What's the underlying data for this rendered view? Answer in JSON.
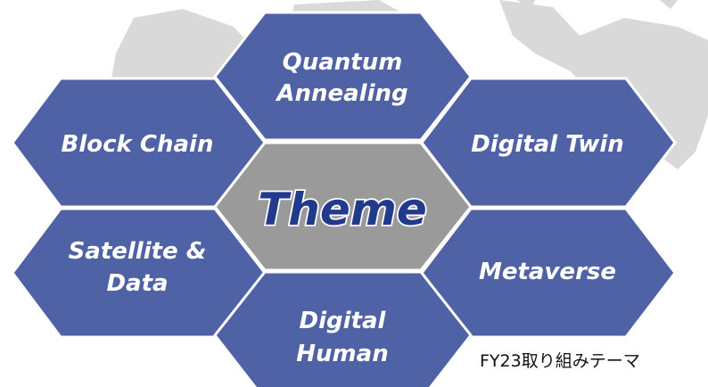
{
  "center": {
    "label": "Theme"
  },
  "themes": [
    {
      "id": "quantum",
      "lines": [
        "Quantum",
        "Annealing"
      ]
    },
    {
      "id": "blockchain",
      "lines": [
        "Block Chain"
      ]
    },
    {
      "id": "digitaltwin",
      "lines": [
        "Digital Twin"
      ]
    },
    {
      "id": "satellite",
      "lines": [
        "Satellite &",
        "Data"
      ]
    },
    {
      "id": "metaverse",
      "lines": [
        "Metaverse"
      ]
    },
    {
      "id": "digitalhuman",
      "lines": [
        "Digital",
        "Human"
      ]
    }
  ],
  "caption": "FY23取り組みテーマ",
  "colors": {
    "hex_fill": "#4f62a6",
    "hex_stroke": "#ffffff",
    "center_fill": "#9a9a9a",
    "theme_text": "#223a8c",
    "map": "#d9d9d9"
  }
}
